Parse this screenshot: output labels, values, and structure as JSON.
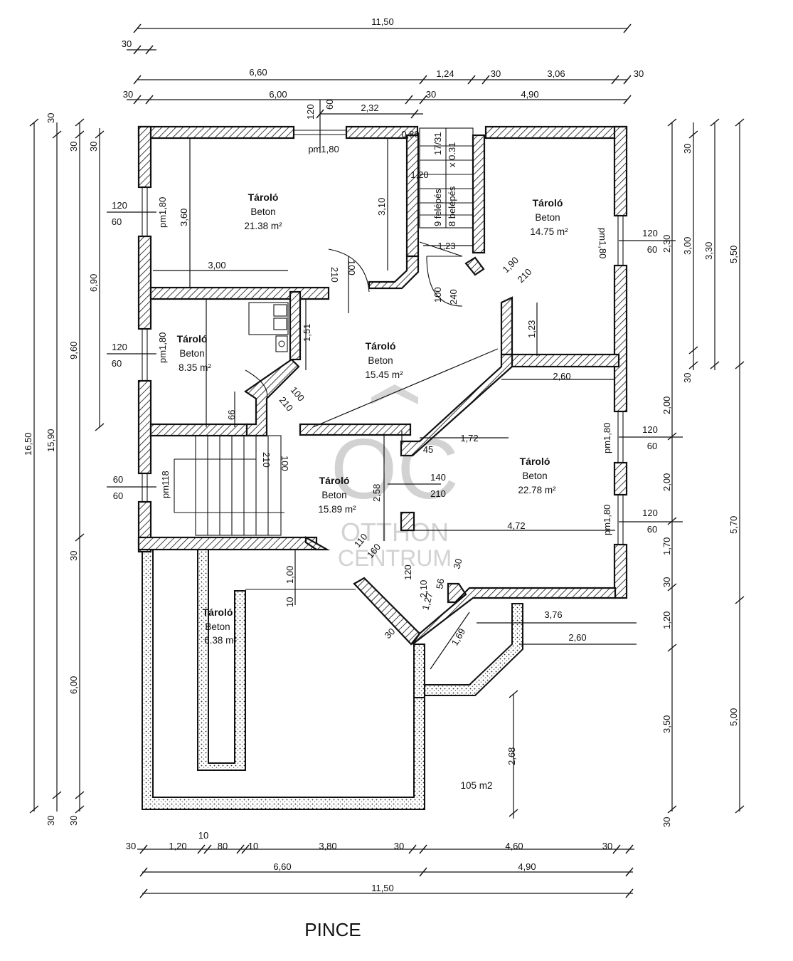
{
  "title": "PINCE",
  "total_area": "105 m2",
  "watermark": {
    "logo": "OC",
    "line1": "OTTHON",
    "line2": "CENTRUM"
  },
  "rooms": [
    {
      "name": "Tároló",
      "floor": "Beton",
      "area": "21.38 m²"
    },
    {
      "name": "Tároló",
      "floor": "Beton",
      "area": "14.75 m²"
    },
    {
      "name": "Tároló",
      "floor": "Beton",
      "area": "8.35 m²"
    },
    {
      "name": "Tároló",
      "floor": "Beton",
      "area": "15.45 m²"
    },
    {
      "name": "Tároló",
      "floor": "Beton",
      "area": "15.89 m²"
    },
    {
      "name": "Tároló",
      "floor": "Beton",
      "area": "22.78 m²"
    },
    {
      "name": "Tároló",
      "floor": "Beton",
      "area": "6.38 m²"
    }
  ],
  "stair_labels": {
    "a": "9 felépés",
    "b": "8 belépés",
    "c": "17/31",
    "d": "x 0.31"
  },
  "dims": {
    "top_total": "11,50",
    "top_30": "30",
    "top_660": "6,60",
    "top_124": "1,24",
    "top_30b": "30",
    "top_306": "3,06",
    "top_30c": "30",
    "top_30d": "30",
    "top_600": "6,00",
    "top_30e": "30",
    "top_490": "4,90",
    "top_120": "120",
    "top_60": "60",
    "top_232": "2,32",
    "pm180a": "pm1,80",
    "d310": "3,10",
    "d360": "3,60",
    "d300": "3,00",
    "d210a": "210",
    "d100a": "100",
    "d080": "0,80",
    "d120b": "1,20",
    "d123": "1,23",
    "d100b": "100",
    "d240": "240",
    "d190": "1,90",
    "d210b": "210",
    "pm180b": "pm1,80",
    "l120a": "120",
    "l60a": "60",
    "pm180c": "pm1,80",
    "l120b": "120",
    "l60b": "60",
    "d151": "1,51",
    "d123b": "1,23",
    "d260a": "2,60",
    "d100c": "100",
    "d210c": "210",
    "d66": "66",
    "d210d": "210",
    "d100d": "100",
    "pm118": "pm118",
    "l60c": "60",
    "l60d": "60",
    "d258": "2,58",
    "d140": "140",
    "d210e": "210",
    "d172": "1,72",
    "d45": "45",
    "d472": "4,72",
    "pm180d": "pm1,80",
    "r120a": "120",
    "r60a": "60",
    "pm180e": "pm1,80",
    "r120b": "120",
    "r60b": "60",
    "pm180f": "pm1,80",
    "r120c": "120",
    "r60c": "60",
    "d2302": "2,30",
    "d110": "110",
    "d160": "160",
    "d120c": "120",
    "d210f": "2,10",
    "d30f": "30",
    "d127": "1,27",
    "d56": "56",
    "d100e": "1,00",
    "d10a": "10",
    "d30g": "30",
    "d169": "1,69",
    "d376": "3,76",
    "d260b": "2,60",
    "d268": "2,68",
    "left_1650": "16,50",
    "left_1590": "15,90",
    "left_960": "9,60",
    "left_690": "6,90",
    "left_600": "6,00",
    "left_30a": "30",
    "left_30b": "30",
    "left_30c": "30",
    "left_30d": "30",
    "left_30e": "30",
    "left_30f": "30",
    "right_550": "5,50",
    "right_330": "3,30",
    "right_300": "3,00",
    "right_30a": "30",
    "right_30b": "30",
    "right_200a": "2,00",
    "right_200b": "2,00",
    "right_170": "1,70",
    "right_30c": "30",
    "right_120": "1,20",
    "right_350": "3,50",
    "right_30d": "30",
    "right_570": "5,70",
    "right_500": "5,00",
    "bot_30a": "30",
    "bot_120": "1,20",
    "bot_10a": "10",
    "bot_80": "80",
    "bot_10b": "10",
    "bot_380": "3,80",
    "bot_30b": "30",
    "bot_460": "4,60",
    "bot_30c": "30",
    "bot_660": "6,60",
    "bot_490": "4,90",
    "bot_1150": "11,50"
  }
}
